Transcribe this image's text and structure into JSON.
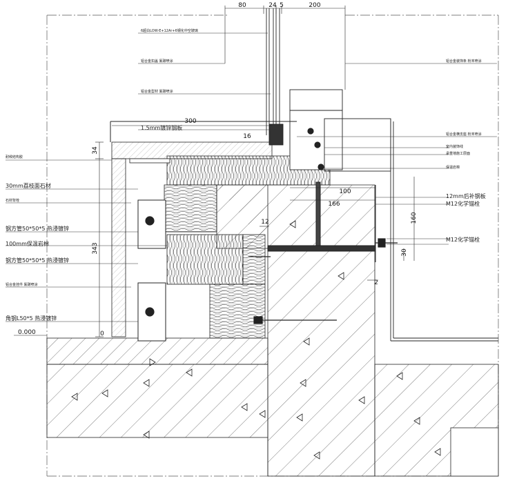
{
  "dimensions": {
    "d80": "80",
    "d24": "24",
    "d5": "5",
    "d200": "200",
    "d300": "300",
    "d16": "16",
    "d34": "34",
    "d343": "343",
    "d0": "0",
    "d100": "100",
    "d166": "166",
    "d12": "12",
    "d160": "160",
    "d30": "30",
    "d2": "2"
  },
  "level_mark": "0.000",
  "annotations": {
    "glass": "6超白LOW-E+12Ar+6钢化中空玻璃",
    "al_buckle": "铝合金扣盖 氟碳喷涂",
    "al_profile": "铝合金型材 氟碳喷涂",
    "sheet": "1.5mm镀锌钢板",
    "al_decor": "铝合金装饰条 粉末喷涂",
    "al_support": "铝合金横支座 粉末喷涂",
    "indoor_side": "室内装饰线",
    "fire_seal": "承重墙施工层面",
    "seal_board": "保温岩棉",
    "steel_plate_12": "12mm后补钢板",
    "bolt_m12a": "M12化学锚栓",
    "bolt_m12b": "M12化学锚栓",
    "foam": "耐候结构胶",
    "stone30": "30mm荔枝面石材",
    "stone_hanger": "石材背栓",
    "tube_a": "钢方管50*50*5 热浸镀锌",
    "rockwool100": "100mm保温岩棉",
    "tube_b": "钢方管50*50*5 热浸镀锌",
    "al_hook": "铝合金挂件 氟碳喷涂",
    "angle": "角钢L50*5 热浸镀锌"
  }
}
